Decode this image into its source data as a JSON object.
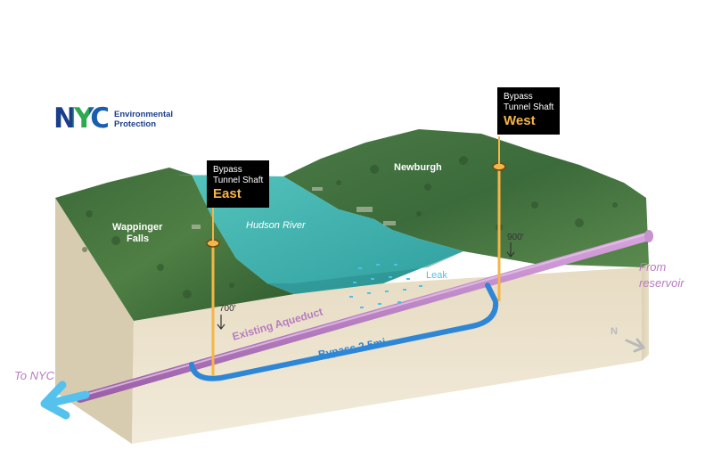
{
  "logo": {
    "mark": "NYC",
    "line1": "Environmental",
    "line2": "Protection"
  },
  "shafts": {
    "east": {
      "line1": "Bypass",
      "line2": "Tunnel Shaft",
      "name": "East",
      "depth": "700′"
    },
    "west": {
      "line1": "Bypass",
      "line2": "Tunnel Shaft",
      "name": "West",
      "depth": "900′"
    }
  },
  "places": {
    "wappinger_1": "Wappinger",
    "wappinger_2": "Falls",
    "newburgh": "Newburgh",
    "river": "Hudson River"
  },
  "labels": {
    "leak": "Leak",
    "aqueduct": "Existing Aqueduct",
    "bypass": "Bypass 2.5mi",
    "from_1": "From",
    "from_2": "reservoir",
    "to_nyc": "To NYC",
    "north": "N"
  },
  "colors": {
    "aqueduct": "#b77bbf",
    "bypass": "#2e86d6",
    "shaft": "#f6b546",
    "water": "#3fb3b1",
    "leak": "#4cc1ea",
    "ground_side": "#ece2cc",
    "arrow": "#55c2ee",
    "callout_accent": "#f6b546"
  }
}
